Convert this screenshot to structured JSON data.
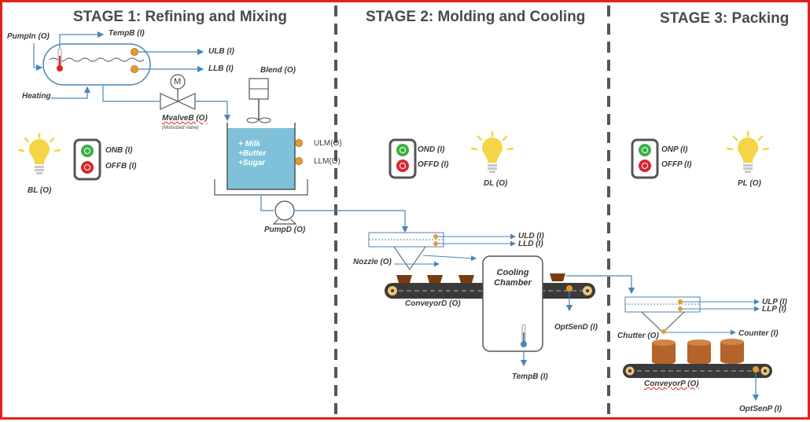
{
  "stages": [
    {
      "title": "STAGE 1: Refining and Mixing"
    },
    {
      "title": "STAGE 2: Molding and Cooling"
    },
    {
      "title": "STAGE 3: Packing"
    }
  ],
  "stage1": {
    "pump_in": "PumpIn (O)",
    "temp": "TempB (I)",
    "ulb": "ULB (I)",
    "llb": "LLB (I)",
    "heating": "Heating",
    "motor_symbol": "M",
    "valve": "MvalveB (O)",
    "valve_note": "(Motorized Valve)",
    "blend": "Blend (O)",
    "mix_items": [
      "+ Milk",
      "+Butter",
      "+Sugar"
    ],
    "ulm": "ULM(O)",
    "llm": "LLM(O)",
    "pump_out": "PumpD (O)",
    "light": "BL (O)",
    "on_btn": "ONB (I)",
    "off_btn": "OFFB (I)"
  },
  "stage2": {
    "on_btn": "OND (I)",
    "off_btn": "OFFD (I)",
    "light": "DL (O)",
    "uld": "ULD (I)",
    "lld": "LLD (I)",
    "nozzle": "Nozzle (O)",
    "chamber": "Cooling Chamber",
    "conveyor": "ConveyorD (O)",
    "opt_sensor": "OptSenD (I)",
    "temp": "TempB (I)"
  },
  "stage3": {
    "on_btn": "ONP (I)",
    "off_btn": "OFFP (I)",
    "light": "PL (O)",
    "ulp": "ULP (I)",
    "llp": "LLP (I)",
    "chutter": "Chutter (O)",
    "counter": "Counter (I)",
    "conveyor": "ConveyorP (O)",
    "opt_sensor": "OptSenP (I)"
  },
  "colors": {
    "border": "#e2231a",
    "divider": "#555555",
    "line": "#4a86b8",
    "sensor": "#e89a2e",
    "liquid": "#7fc1d8",
    "bulb": "#f5d547",
    "button_green": "#3cb043",
    "button_red": "#d8282f",
    "chocolate": "#7a3b10",
    "box": "#b4642a"
  },
  "icons": [
    "light-bulb-icon",
    "thermometer-icon",
    "motor-icon",
    "valve-icon",
    "pump-icon",
    "power-button-icon",
    "conveyor-icon"
  ]
}
